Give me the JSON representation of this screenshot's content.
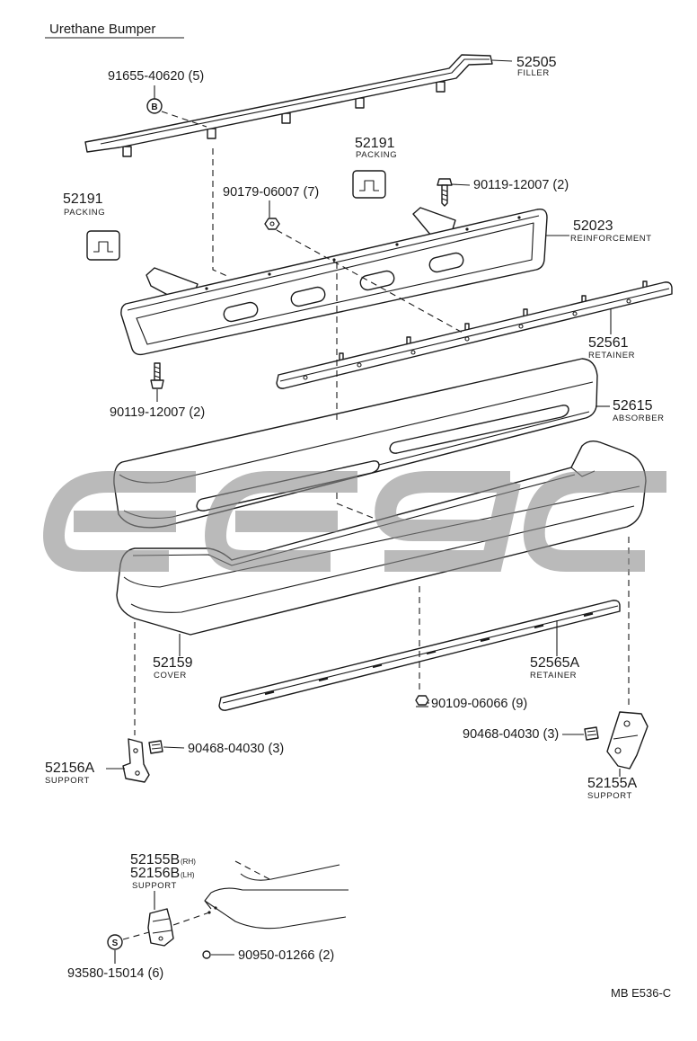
{
  "title": "Urethane Bumper",
  "reference_code": "MB E536-C",
  "callouts": {
    "filler": {
      "part_no": "52505",
      "name": "FILLER"
    },
    "screw_b": {
      "part_no": "91655-40620 (5)",
      "symbol": "B"
    },
    "packing_upper": {
      "part_no": "52191",
      "name": "PACKING"
    },
    "packing_left": {
      "part_no": "52191",
      "name": "PACKING"
    },
    "bolt_upper": {
      "part_no": "90119-12007 (2)"
    },
    "nut_upper": {
      "part_no": "90179-06007 (7)"
    },
    "reinforcement": {
      "part_no": "52023",
      "name": "REINFORCEMENT"
    },
    "retainer_upper": {
      "part_no": "52561",
      "name": "RETAINER"
    },
    "bolt_lower": {
      "part_no": "90119-12007 (2)"
    },
    "absorber": {
      "part_no": "52615",
      "name": "ABSORBER"
    },
    "cover": {
      "part_no": "52159",
      "name": "COVER"
    },
    "retainer_lower": {
      "part_no": "52565A",
      "name": "RETAINER"
    },
    "bolt_retainer": {
      "part_no": "90109-06066 (9)"
    },
    "nut_left": {
      "part_no": "90468-04030 (3)"
    },
    "nut_right": {
      "part_no": "90468-04030 (3)"
    },
    "support_left": {
      "part_no": "52156A",
      "name": "SUPPORT"
    },
    "support_right": {
      "part_no": "52155A",
      "name": "SUPPORT"
    },
    "support_detail": {
      "part_no_rh": "52155B",
      "side_rh": "(RH)",
      "part_no_lh": "52156B",
      "side_lh": "(LH)",
      "name": "SUPPORT"
    },
    "screw_s": {
      "part_no": "93580-15014 (6)",
      "symbol": "S"
    },
    "screw_detail": {
      "part_no": "90950-01266 (2)"
    }
  },
  "colors": {
    "ink": "#1a1a1a",
    "paper": "#ffffff",
    "watermark": "#8c8c8c"
  }
}
